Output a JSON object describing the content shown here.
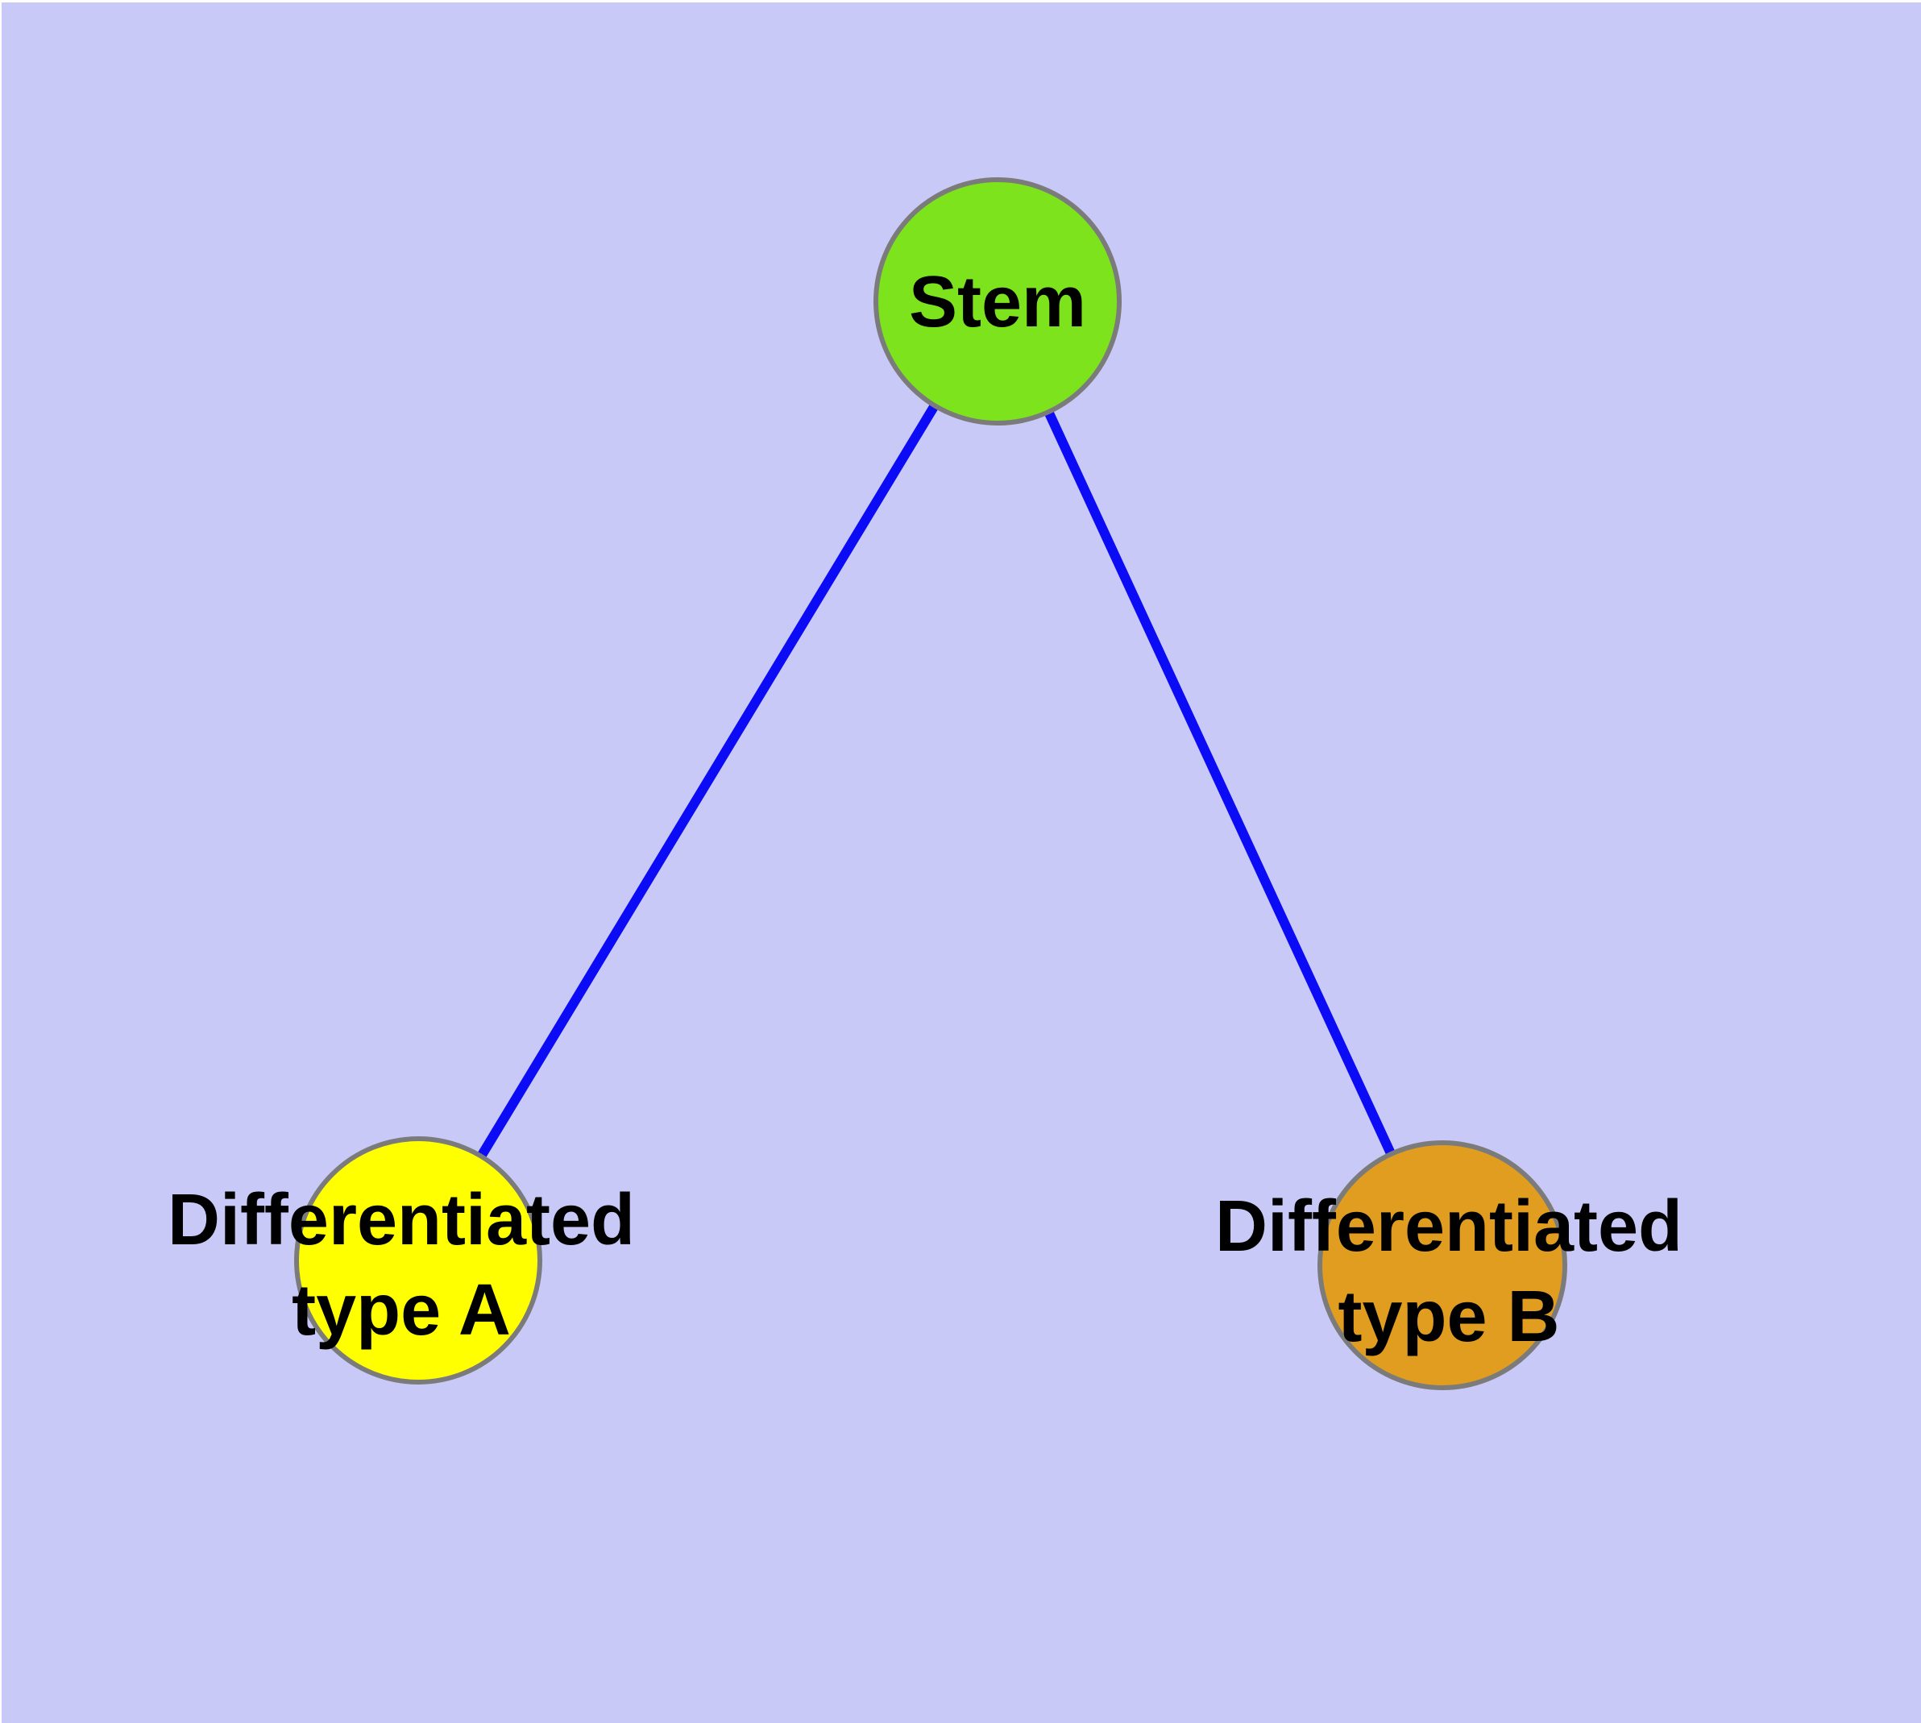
{
  "canvas": {
    "margin_color": "#ffffff",
    "background": "#c9c9f7"
  },
  "text_color": "#000000",
  "nodes": {
    "stem": {
      "label": "Stem",
      "fill": "#7ce31c",
      "border": "#7b7b7b"
    },
    "type_a": {
      "label_line1": "Differentiated",
      "label_line2": "type A",
      "fill": "#ffff00",
      "border": "#7b7b7b"
    },
    "type_b": {
      "label_line1": "Differentiated",
      "label_line2": "type B",
      "fill": "#e09d1f",
      "border": "#7b7b7b"
    }
  },
  "edges": {
    "color": "#0b0bf5",
    "connections": [
      {
        "from": "Stem",
        "to": "Differentiated type A"
      },
      {
        "from": "Stem",
        "to": "Differentiated type B"
      }
    ]
  }
}
